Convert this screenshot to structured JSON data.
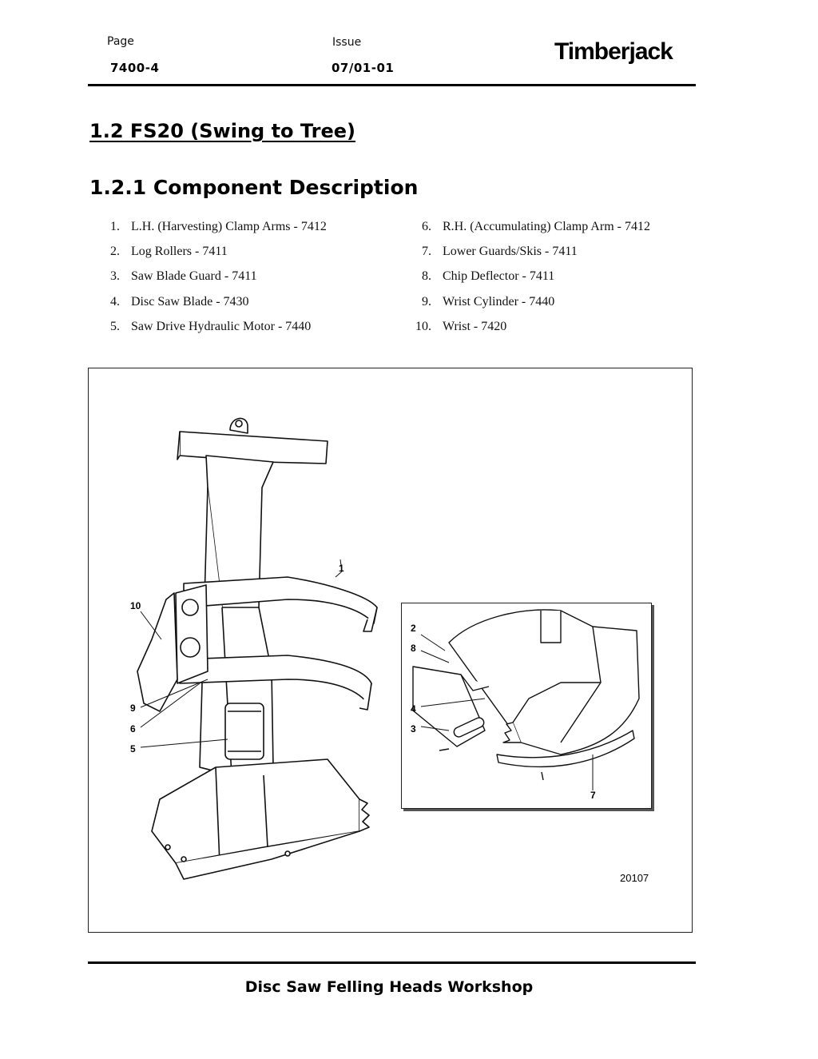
{
  "header": {
    "page_label": "Page",
    "page_value": "7400-4",
    "issue_label": "Issue",
    "issue_value": "07/01-01",
    "logo_text": "Timberjack"
  },
  "section": {
    "title": "1.2  FS20 (Swing to Tree)",
    "subtitle": "1.2.1   Component Description"
  },
  "components": {
    "left": [
      {
        "num": "1.",
        "text": "L.H. (Harvesting) Clamp Arms - 7412"
      },
      {
        "num": "2.",
        "text": "Log Rollers - 7411"
      },
      {
        "num": "3.",
        "text": "Saw Blade Guard - 7411"
      },
      {
        "num": "4.",
        "text": "Disc Saw Blade - 7430"
      },
      {
        "num": "5.",
        "text": "Saw Drive Hydraulic Motor - 7440"
      }
    ],
    "right": [
      {
        "num": "6.",
        "text": "R.H. (Accumulating) Clamp Arm - 7412"
      },
      {
        "num": "7.",
        "text": "Lower Guards/Skis - 7411"
      },
      {
        "num": "8.",
        "text": "Chip Deflector - 7411"
      },
      {
        "num": "9.",
        "text": "Wrist Cylinder - 7440"
      },
      {
        "num": "10.",
        "text": "Wrist - 7420"
      }
    ]
  },
  "figure": {
    "callouts": {
      "c1": "1",
      "c10": "10",
      "c9": "9",
      "c6": "6",
      "c5": "5",
      "c2": "2",
      "c8": "8",
      "c4": "4",
      "c3": "3",
      "c7": "7"
    },
    "figure_number": "20107"
  },
  "footer": {
    "title": "Disc Saw Felling Heads Workshop"
  }
}
